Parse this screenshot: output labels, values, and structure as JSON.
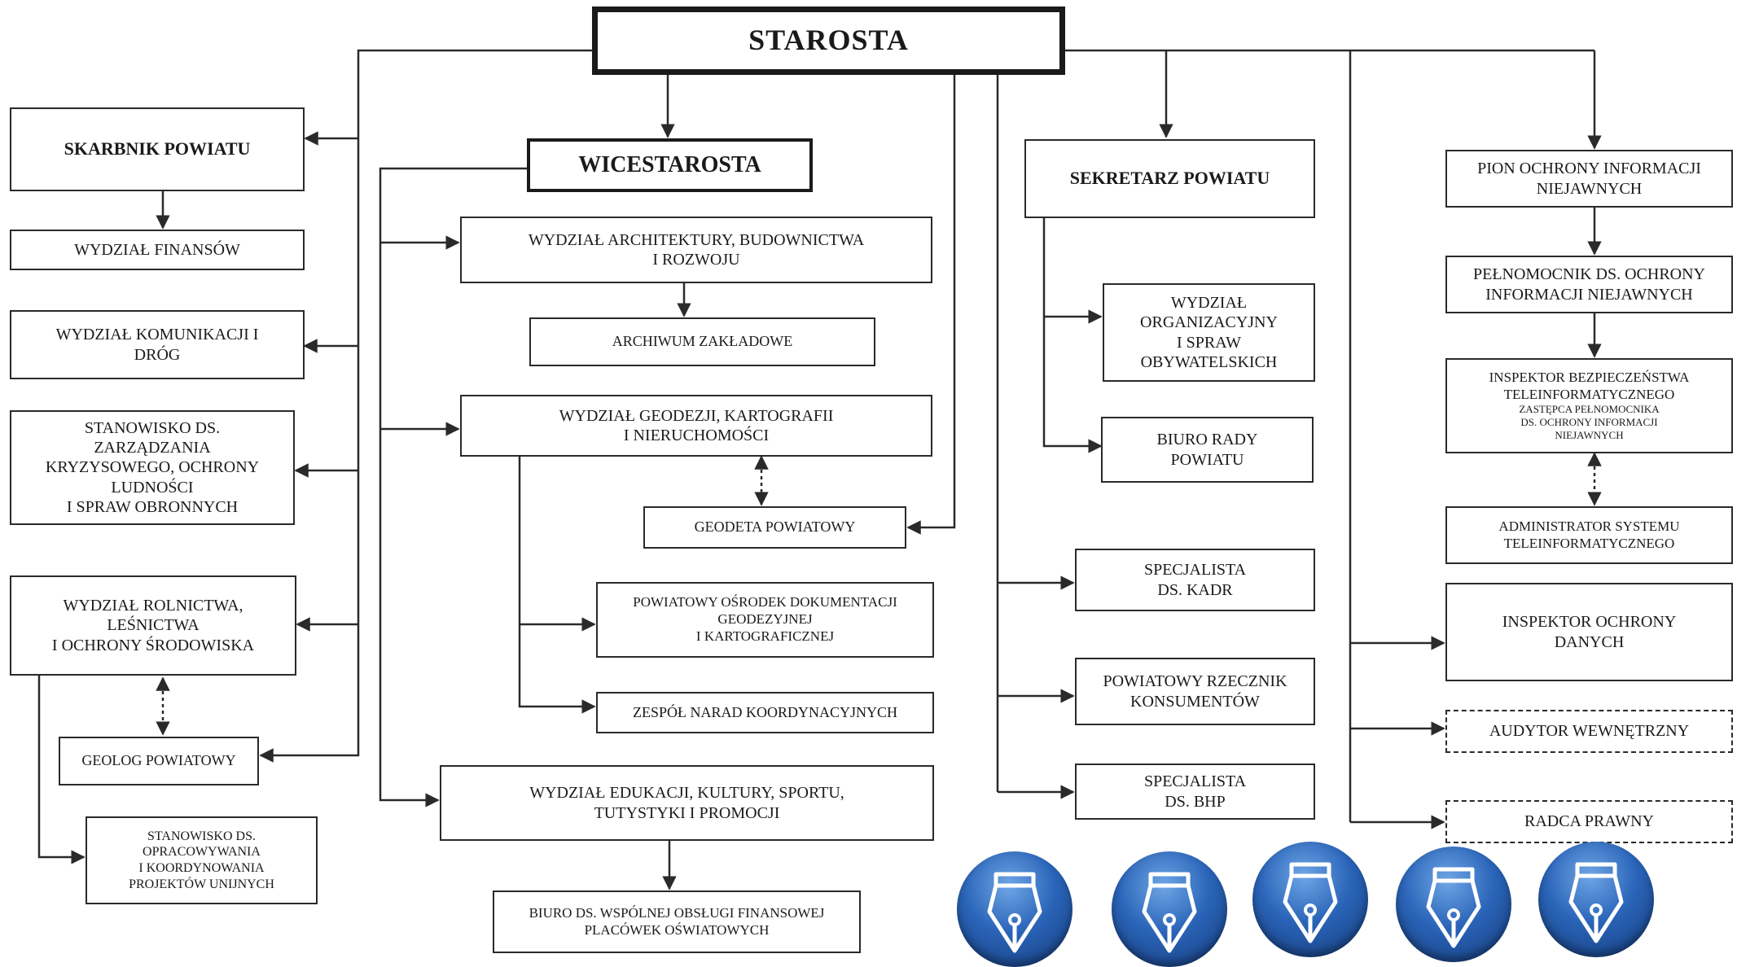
{
  "title": "STAROSTA",
  "left": {
    "skarbnik": "SKARBNIK POWIATU",
    "finanse": "WYDZIAŁ FINANSÓW",
    "komunikacja": "WYDZIAŁ KOMUNIKACJI I\nDRÓG",
    "kryzys": "STANOWISKO DS.\nZARZĄDZANIA\nKRYZYSOWEGO, OCHRONY\nLUDNOŚCI\nI SPRAW OBRONNYCH",
    "rolnictwo": "WYDZIAŁ ROLNICTWA,\nLEŚNICTWA\nI OCHRONY ŚRODOWISKA",
    "geolog": "GEOLOG POWIATOWY",
    "unijne": "STANOWISKO DS.\nOPRACOWYWANIA\nI KOORDYNOWANIA\nPROJEKTÓW UNIJNYCH"
  },
  "center": {
    "wicestarosta": "WICESTAROSTA",
    "architektura": "WYDZIAŁ ARCHITEKTURY, BUDOWNICTWA\nI ROZWOJU",
    "archiwum": "ARCHIWUM ZAKŁADOWE",
    "geodezja": "WYDZIAŁ GEODEZJI, KARTOGRAFII\nI NIERUCHOMOŚCI",
    "geodeta": "GEODETA POWIATOWY",
    "podgik": "POWIATOWY OŚRODEK DOKUMENTACJI\nGEODEZYJNEJ\nI KARTOGRAFICZNEJ",
    "zespol": "ZESPÓŁ NARAD KOORDYNACYJNYCH",
    "edukacja": "WYDZIAŁ  EDUKACJI, KULTURY, SPORTU,\nTUTYSTYKI I PROMOCJI",
    "biuro_oswiata": "BIURO DS. WSPÓLNEJ  OBSŁUGI FINANSOWEJ\nPLACÓWEK OŚWIATOWYCH"
  },
  "right_center": {
    "sekretarz": "SEKRETARZ POWIATU",
    "organizacyjny": "WYDZIAŁ\nORGANIZACYJNY\nI SPRAW\nOBYWATELSKICH",
    "biuro_rady": "BIURO RADY\nPOWIATU",
    "kadry": "SPECJALISTA\nDS. KADR",
    "rzecznik": "POWIATOWY RZECZNIK\nKONSUMENTÓW",
    "bhp": "SPECJALISTA\nDS. BHP"
  },
  "right": {
    "pion": "PION OCHRONY INFORMACJI\nNIEJAWNYCH",
    "pelnomocnik": "PEŁNOMOCNIK DS. OCHRONY\nINFORMACJI NIEJAWNYCH",
    "inspektor_bt_main": "INSPEKTOR BEZPIECZEŃSTWA\nTELEINFORMATYCZNEGO",
    "inspektor_bt_sub": "ZASTĘPCA PEŁNOMOCNIKA\nDS. OCHRONY INFORMACJI\nNIEJAWNYCH",
    "administrator": "ADMINISTRATOR SYSTEMU\nTELEINFORMATYCZNEGO",
    "iod": "INSPEKTOR OCHRONY\nDANYCH",
    "audytor": "AUDYTOR WEWNĘTRZNY",
    "radca": "RADCA PRAWNY"
  },
  "icons": [
    "pen-nib-icon",
    "pen-nib-icon",
    "pen-nib-icon",
    "pen-nib-icon",
    "pen-nib-icon"
  ],
  "colors": {
    "line": "#2a2a2a",
    "icon_blue": "#2a64b8"
  }
}
